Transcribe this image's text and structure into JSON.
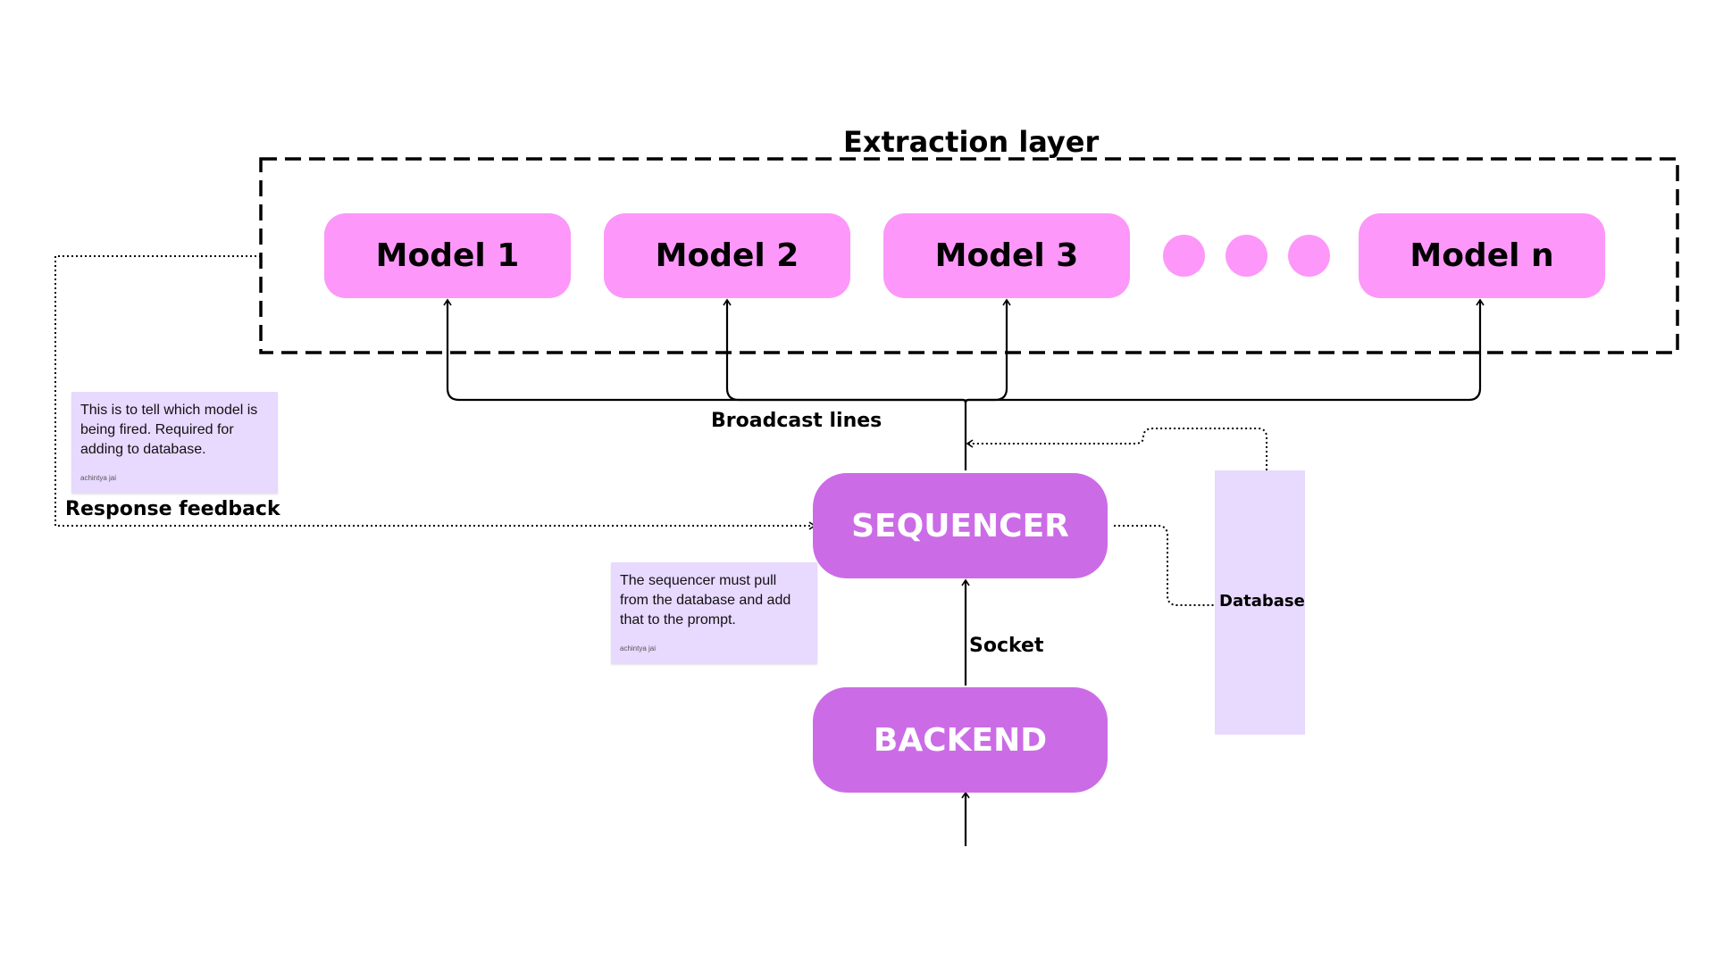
{
  "extraction_layer": {
    "title": "Extraction layer"
  },
  "models": [
    {
      "label": "Model 1"
    },
    {
      "label": "Model 2"
    },
    {
      "label": "Model 3"
    },
    {
      "label": "Model n"
    }
  ],
  "sequencer": {
    "label": "SEQUENCER"
  },
  "backend": {
    "label": "BACKEND"
  },
  "database": {
    "label": "Database"
  },
  "connections": {
    "broadcast": "Broadcast lines",
    "socket": "Socket",
    "response_feedback": "Response feedback"
  },
  "notes": [
    {
      "text": "This is to tell which model is being fired. Required for adding to database.",
      "author": "achintya jai"
    },
    {
      "text": "The sequencer must pull from the database and add that to the prompt.",
      "author": "achintya jai"
    }
  ],
  "colors": {
    "model_fill": "#fd97f9",
    "block_fill": "#cb6ce6",
    "block_text": "#ffffff",
    "note_fill": "#e8d9ff",
    "database_fill": "#e8d9ff",
    "line": "#000000"
  }
}
